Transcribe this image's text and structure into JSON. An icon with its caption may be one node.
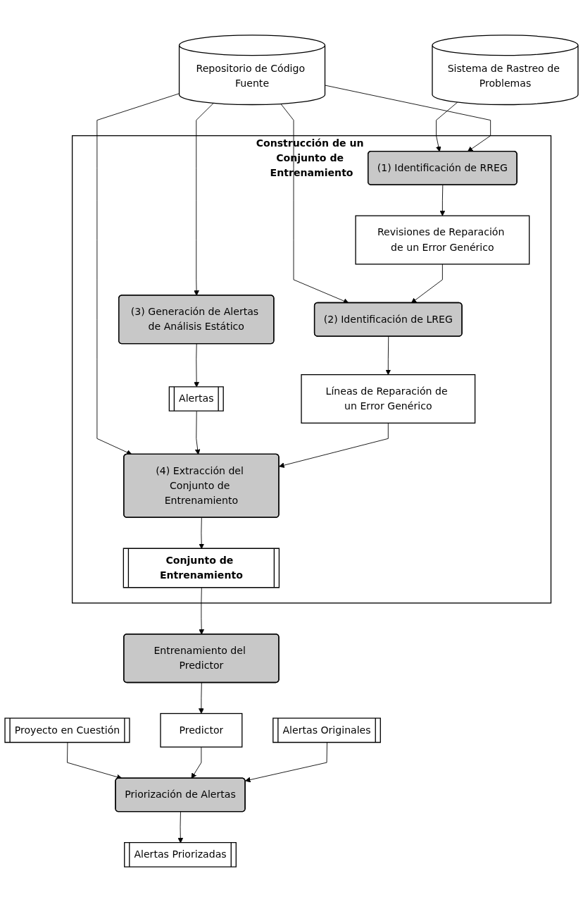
{
  "diagram": {
    "nodes": [
      {
        "text": [
          "Repositorio de Código Fuente"
        ]
      },
      {
        "text": [
          "Sistema de Rastreo de Problemas"
        ]
      },
      {
        "text": [
          "Construcción de un Conjunto de Entrenamiento"
        ]
      },
      {
        "text": [
          "(1) Identificación de RREG"
        ],
        "in": 2
      },
      {
        "text": [
          "(3) Generación de Alertas de Análisis Estático"
        ],
        "in": 2
      },
      {
        "text": [
          "Revisiones de Reparación de un Error Genérico"
        ],
        "in": 2
      },
      {
        "text": [
          "(2) Identificación de LREG"
        ],
        "in": 2
      },
      {
        "text": [
          "Alertas"
        ],
        "in": 2
      },
      {
        "text": [
          "Líneas de Reparación de un Error Genérico"
        ],
        "in": 2
      },
      {
        "text": [
          "(4) Extracción del Conjunto de Entrenamiento"
        ],
        "in": 2
      },
      {
        "text": [
          "Conjunto de Entrenamiento"
        ],
        "in": 2
      },
      {
        "text": [
          "Entrenamiento del Predictor"
        ]
      },
      {
        "text": [
          "Proyecto en Cuestión"
        ]
      },
      {
        "text": [
          "Predictor"
        ]
      },
      {
        "text": [
          "Alertas Originales"
        ]
      },
      {
        "text": [
          "Priorización de Alertas"
        ]
      },
      {
        "text": [
          "Alertas Priorizadas"
        ]
      }
    ],
    "edges": [
      {
        "from": 1,
        "to": 3,
        "arrow": "to"
      },
      {
        "from": 0,
        "to": 3,
        "arrow": "to"
      },
      {
        "from": 0,
        "to": 4,
        "arrow": "to"
      },
      {
        "from": 0,
        "to": 6,
        "arrow": "to"
      },
      {
        "from": 0,
        "to": 9,
        "arrow": "to"
      },
      {
        "from": 3,
        "to": 5,
        "arrow": "to"
      },
      {
        "from": 5,
        "to": 6,
        "arrow": "to"
      },
      {
        "from": 4,
        "to": 7,
        "arrow": "to"
      },
      {
        "from": 6,
        "to": 8,
        "arrow": "to"
      },
      {
        "from": 7,
        "to": 9,
        "arrow": "to"
      },
      {
        "from": 8,
        "to": 9,
        "arrow": "to"
      },
      {
        "from": 9,
        "to": 10,
        "arrow": "to"
      },
      {
        "from": 10,
        "to": 11,
        "arrow": "to"
      },
      {
        "from": 11,
        "to": 13,
        "arrow": "to"
      },
      {
        "from": 12,
        "to": 15,
        "arrow": "to"
      },
      {
        "from": 13,
        "to": 15,
        "arrow": "to"
      },
      {
        "from": 14,
        "to": 15,
        "arrow": "to"
      },
      {
        "from": 15,
        "to": 16,
        "arrow": "to"
      }
    ]
  }
}
